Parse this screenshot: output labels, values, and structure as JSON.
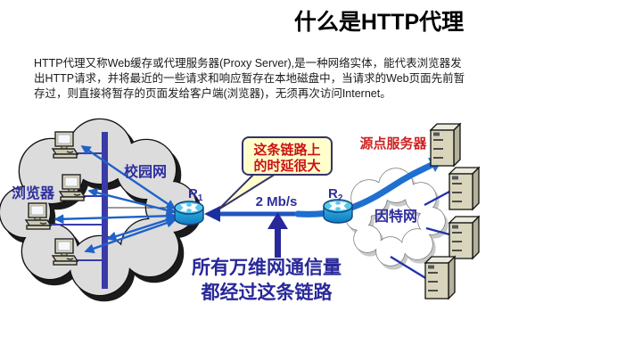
{
  "slide": {
    "title": "什么是HTTP代理",
    "intro_lines": [
      "HTTP代理又称Web缓存或代理服务器(Proxy Server),是一种网络实体，能代表浏览器发",
      "出HTTP请求，并将最近的一些请求和响应暂存在本地磁盘中，当请求的Web页面先前暂",
      "存过，则直接将暂存的页面发给客户端(浏览器)，无须再次访问Internet。"
    ]
  },
  "diagram": {
    "browsers_label": "浏览器",
    "campus_label": "校园网",
    "router1": {
      "base": "R",
      "sub": "1"
    },
    "router2": {
      "base": "R",
      "sub": "2"
    },
    "link_speed": "2 Mb/s",
    "internet_label": "因特网",
    "origin_servers_label": "源点服务器",
    "callout": {
      "line1": "这条链路上",
      "line2": "的时延很大"
    },
    "bottom_note": {
      "line1": "所有万维网通信量",
      "line2": "都经过这条链路"
    },
    "browser_computer_count": 4,
    "origin_server_count": 4
  },
  "colors": {
    "title_text": "#000000",
    "body_text": "#1a1a1a",
    "diagram_label_blue": "#2e2e9e",
    "traffic_arrow_blue": "#1f62c8",
    "link_arrowhead_navy": "#1c2f9e",
    "campus_bar_indigo": "#3a3aa8",
    "callout_fill": "#ffffcc",
    "callout_border": "#333366",
    "callout_text_red": "#cc1111",
    "origin_label_red": "#cc2222",
    "note_navy": "#28289a",
    "campus_cloud_fill": "#dcdcdc",
    "router_cyan": "#2fb9e6",
    "server_beige": "#d9d5bd"
  }
}
